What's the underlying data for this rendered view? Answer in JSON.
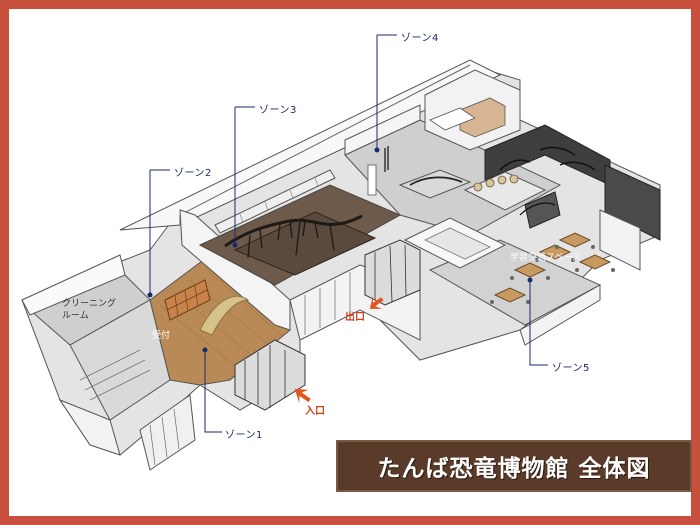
{
  "title": "たんば恐竜博物館 全体図",
  "zones": {
    "zone1": "ゾーン1",
    "zone2": "ゾーン2",
    "zone3": "ゾーン3",
    "zone4": "ゾーン4",
    "zone5": "ゾーン5"
  },
  "rooms": {
    "cleaning_room": "クリーニング\nルーム",
    "reception": "受付",
    "learning_space": "学習交流スペース"
  },
  "doors": {
    "entrance": "入口",
    "exit": "出口"
  },
  "colors": {
    "frame": "#c8503c",
    "title_bg": "#5a3a28",
    "title_text": "#ffffff",
    "zone_text": "#1a2a6e",
    "door_text": "#d0401f",
    "arrow": "#e2561f"
  }
}
